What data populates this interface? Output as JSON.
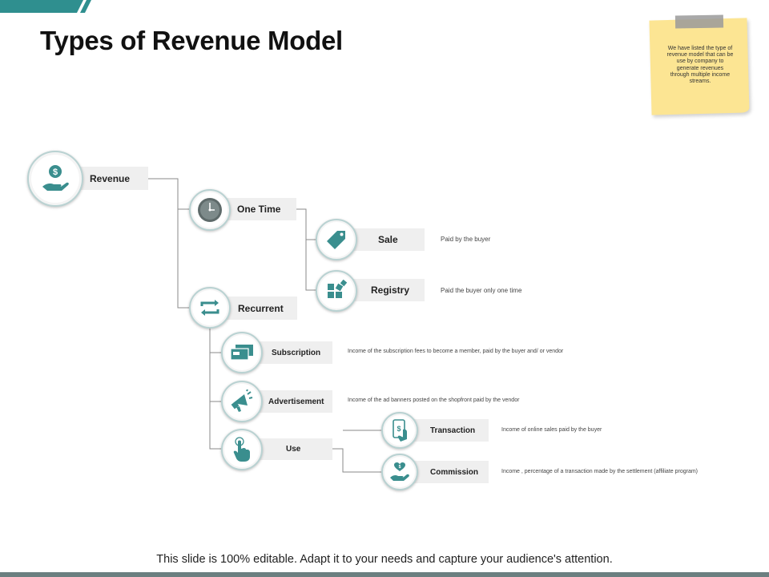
{
  "title": "Types of Revenue Model",
  "note": "We have listed the type of revenue model that can be use by company to generate revenues through multiple income streams.",
  "footer": "This slide is 100% editable. Adapt it to your needs and capture your audience's attention.",
  "colors": {
    "accent": "#2f8f8f",
    "icon": "#3a8e8e",
    "label_bg": "#efefef",
    "note": "#fce593"
  },
  "nodes": {
    "revenue": {
      "label": "Revenue",
      "icon": "money-hand-icon"
    },
    "one_time": {
      "label": "One Time",
      "icon": "clock-icon"
    },
    "sale": {
      "label": "Sale",
      "icon": "price-tag-icon",
      "description": "Paid by the buyer"
    },
    "registry": {
      "label": "Registry",
      "icon": "blocks-icon",
      "description": "Paid the buyer only one time"
    },
    "recurrent": {
      "label": "Recurrent",
      "icon": "repeat-icon"
    },
    "subscription": {
      "label": "Subscription",
      "icon": "card-icon",
      "description": "Income of the subscription fees to become a member, paid by the buyer and/ or vendor"
    },
    "advertisement": {
      "label": "Advertisement",
      "icon": "megaphone-icon",
      "description": "Income of the ad banners posted on the shopfront paid by the vendor"
    },
    "use": {
      "label": "Use",
      "icon": "pointer-hand-icon"
    },
    "transaction": {
      "label": "Transaction",
      "icon": "mobile-payment-icon",
      "description": "Income of online sales paid by the buyer"
    },
    "commission": {
      "label": "Commission",
      "icon": "hand-heart-icon",
      "description": "Income , percentage of a transaction made by the settlement (affiliate program)"
    }
  }
}
